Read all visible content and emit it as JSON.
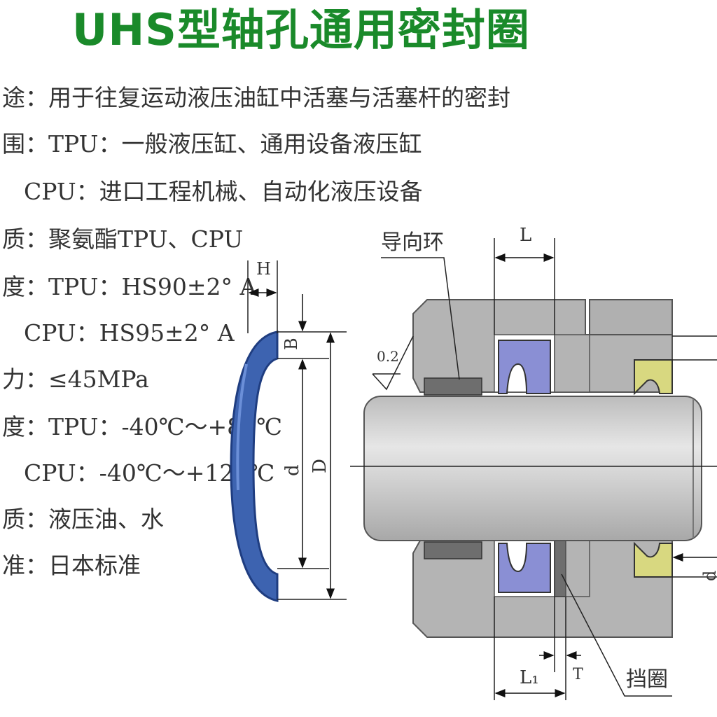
{
  "title": "UHS型轴孔通用密封圈",
  "specs": [
    {
      "label": "途",
      "value": "：用于往复运动液压油缸中活塞与活塞杆的密封"
    },
    {
      "label": "围",
      "value": "：TPU：一般液压缸、通用设备液压缸"
    },
    {
      "label": "",
      "value": "CPU：进口工程机械、自动化液压设备"
    },
    {
      "label": "质",
      "value": "：聚氨酯TPU、CPU"
    },
    {
      "label": "度",
      "value": "：TPU：HS90±2° A"
    },
    {
      "label": "",
      "value": "CPU：HS95±2° A"
    },
    {
      "label": "力",
      "value": "：≤45MPa"
    },
    {
      "label": "度",
      "value": "：TPU：-40℃～+80℃"
    },
    {
      "label": "",
      "value": "CPU：-40℃～+120℃"
    },
    {
      "label": "质",
      "value": "：液压油、水"
    },
    {
      "label": "准",
      "value": "：日本标准"
    }
  ],
  "diagram": {
    "labels": {
      "guide_ring": "导向环",
      "retaining_ring": "挡圈",
      "L": "L",
      "L1": "L₁",
      "T": "T",
      "H": "H",
      "B": "B",
      "d": "d",
      "D": "D",
      "roughness": "0.2",
      "edge_char": "d"
    },
    "colors": {
      "seal_blue": "#3d63b0",
      "seal_lavender": "#8a8fd4",
      "ring_yellow": "#d8d880",
      "housing_grey": "#b4b4b4",
      "rod_grey": "#d2d2d2",
      "guide_dark": "#6e6e6e",
      "title_green": "#1a8a2a"
    }
  }
}
